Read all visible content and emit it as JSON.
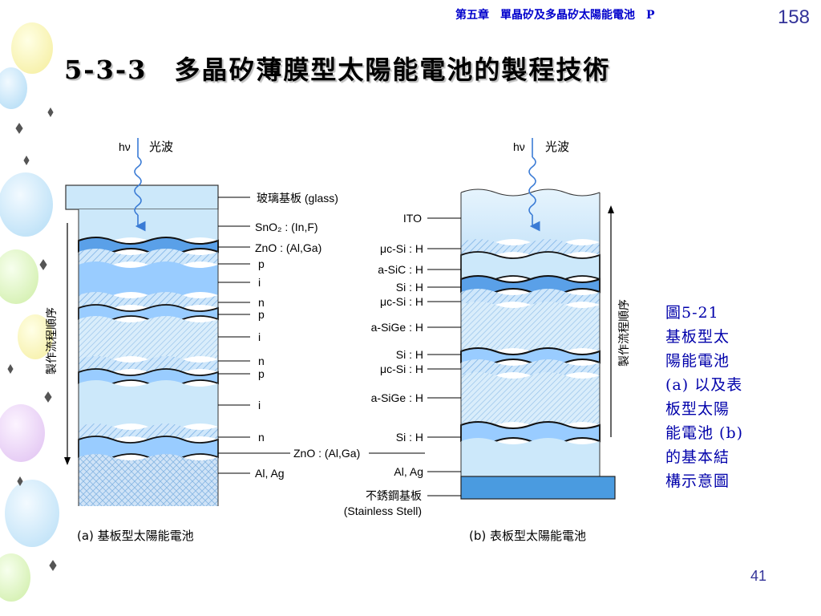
{
  "header": {
    "chapter": "第五章　單晶矽及多晶矽太陽能電池　P",
    "page_top": "158"
  },
  "title": "5-3-3　多晶矽薄膜型太陽能電池的製程技術",
  "diagram_a": {
    "light_h": "hν",
    "light_label": "光波",
    "process_label": "製作流程順序",
    "layer_labels": [
      "玻璃基板 (glass)",
      "SnO₂ : (In,F)",
      "ZnO : (Al,Ga)",
      "p",
      "i",
      "n",
      "p",
      "i",
      "n",
      "p",
      "i",
      "n",
      "ZnO : (Al,Ga)",
      "Al, Ag"
    ],
    "caption": "(a) 基板型太陽能電池"
  },
  "diagram_b": {
    "light_h": "hν",
    "light_label": "光波",
    "process_label": "製作流程順序",
    "layer_labels": [
      "ITO",
      "μc-Si : H",
      "a-SiC : H",
      "Si : H",
      "μc-Si : H",
      "a-SiGe : H",
      "Si : H",
      "μc-Si : H",
      "a-SiGe : H",
      "Si : H",
      "Al, Ag",
      "不銹鋼基板",
      "(Stainless Stell)"
    ],
    "caption": "(b) 表板型太陽能電池"
  },
  "figure_caption": [
    "圖5-21",
    "基板型太",
    "陽能電池",
    "(a) 以及表",
    "板型太陽",
    "能電池 (b)",
    "的基本結",
    "構示意圖"
  ],
  "page_bottom": "41",
  "colors": {
    "light_blue": "#cce8fa",
    "mid_blue": "#99ccff",
    "deep_blue": "#5aa0e8",
    "substrate": "#4a9be0",
    "header": "#0000cc"
  }
}
